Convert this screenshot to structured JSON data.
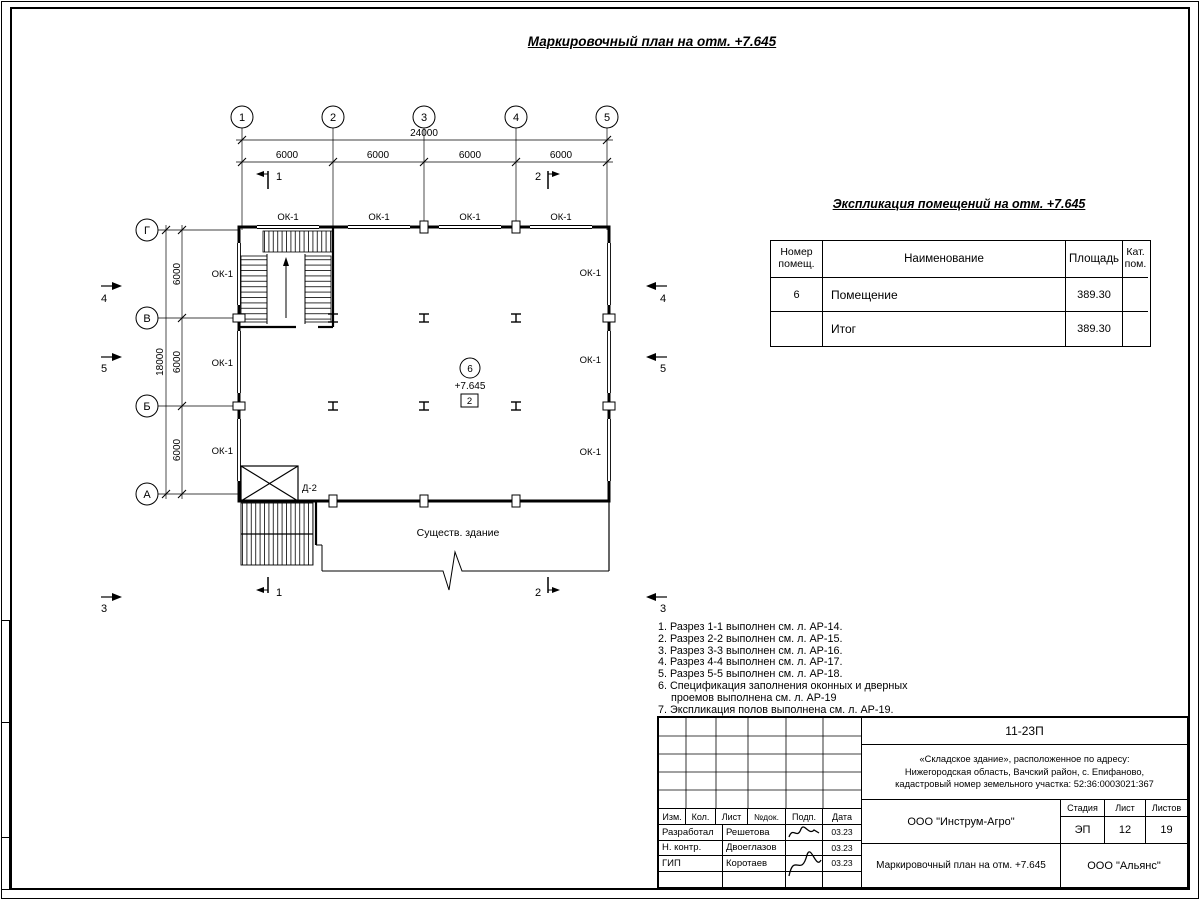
{
  "drawing_title": "Маркировочный план на отм. +7.645",
  "plan": {
    "axes_cols": [
      "1",
      "2",
      "3",
      "4",
      "5"
    ],
    "axes_rows": [
      "Г",
      "В",
      "Б",
      "А"
    ],
    "dims": {
      "total_width": "24000",
      "bays": [
        "6000",
        "6000",
        "6000",
        "6000"
      ],
      "total_height": "18000",
      "row_spans": [
        "6000",
        "6000",
        "6000"
      ]
    },
    "windows": {
      "top": [
        "ОК-1",
        "ОК-1",
        "ОК-1",
        "ОК-1"
      ],
      "left": [
        "ОК-1",
        "ОК-1",
        "ОК-1"
      ],
      "right": [
        "ОК-1",
        "ОК-1",
        "ОК-1"
      ]
    },
    "sections": {
      "s1": "1",
      "s2": "2",
      "s3": "3",
      "s4": "4",
      "s5": "5"
    },
    "room": {
      "number": "6",
      "elevation": "+7.645",
      "floor_mark": "2"
    },
    "door_mark": "Д-2",
    "existing_building": "Существ. здание"
  },
  "explication": {
    "title": "Экспликация помещений на отм. +7.645",
    "headers": {
      "num": "Номер помещ.",
      "name": "Наименование",
      "area": "Площадь",
      "cat": "Кат. пом."
    },
    "rows": [
      {
        "num": "6",
        "name": "Помещение",
        "area": "389.30",
        "cat": ""
      },
      {
        "num": "",
        "name": "Итог",
        "area": "389.30",
        "cat": ""
      }
    ]
  },
  "notes": {
    "lines": [
      "1. Разрез 1-1 выполнен см. л. АР-14.",
      "2. Разрез 2-2 выполнен см. л. АР-15.",
      "3. Разрез 3-3 выполнен см. л. АР-16.",
      "4. Разрез 4-4 выполнен см. л. АР-17.",
      "5. Разрез 5-5 выполнен см. л. АР-18.",
      "6. Спецификация заполнения оконных и дверных",
      "проемов выполнена см. л. АР-19",
      "7. Экспликация полов выполнена см. л. АР-19."
    ]
  },
  "titleblock": {
    "doc_number": "11-23П",
    "object_lines": [
      "«Складское здание», расположенное по адресу:",
      "Нижегородская область, Вачский район, с. Епифаново,",
      "кадастровый номер земельного участка: 52:36:0003021:367"
    ],
    "cols": {
      "izm": "Изм.",
      "kol": "Кол.",
      "list": "Лист",
      "doc": "№док.",
      "podp": "Подп.",
      "data": "Дата"
    },
    "rows": [
      {
        "role": "Разработал",
        "name": "Решетова",
        "date": "03.23"
      },
      {
        "role": "Н. контр.",
        "name": "Двоеглазов",
        "date": "03.23"
      },
      {
        "role": "ГИП",
        "name": "Коротаев",
        "date": "03.23"
      }
    ],
    "designer_org": "ООО \"Инструм-Агро\"",
    "stage_label": "Стадия",
    "sheet_label": "Лист",
    "sheets_label": "Листов",
    "stage": "ЭП",
    "sheet": "12",
    "sheets": "19",
    "sheet_title": "Маркировочный план на отм. +7.645",
    "client_org": "ООО \"Альянс\""
  }
}
